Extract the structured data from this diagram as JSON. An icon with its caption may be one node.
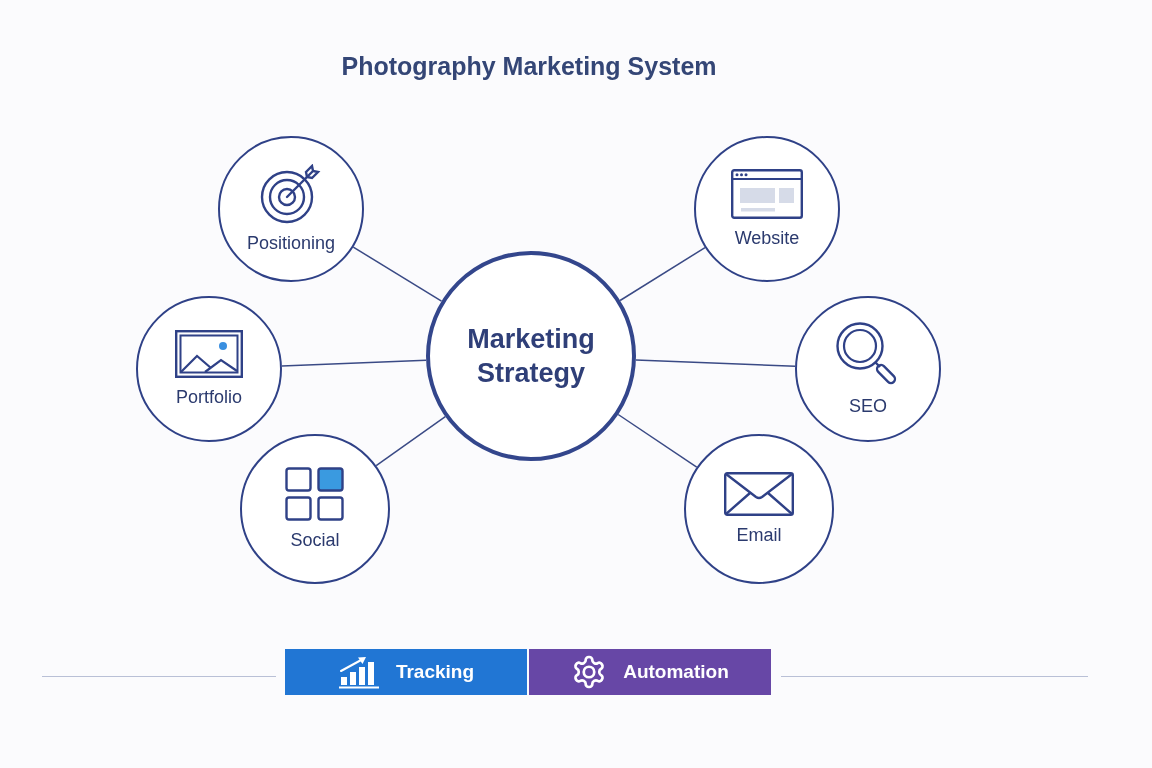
{
  "diagram": {
    "title": "Photography Marketing System",
    "nodes": [
      {
        "text": [
          "Positioning"
        ]
      },
      {
        "text": [
          "Website"
        ]
      },
      {
        "text": [
          "Portfolio"
        ]
      },
      {
        "text": [
          "Marketing Strategy"
        ]
      },
      {
        "text": [
          "SEO"
        ]
      },
      {
        "text": [
          "Social"
        ]
      },
      {
        "text": [
          "Email"
        ]
      },
      {
        "text": [
          "Tracking"
        ]
      },
      {
        "text": [
          "Automation"
        ]
      }
    ],
    "edges": [
      {
        "from": 3,
        "to": 0,
        "arrow": "none"
      },
      {
        "from": 3,
        "to": 1,
        "arrow": "none"
      },
      {
        "from": 3,
        "to": 2,
        "arrow": "none"
      },
      {
        "from": 3,
        "to": 4,
        "arrow": "none"
      },
      {
        "from": 3,
        "to": 5,
        "arrow": "none"
      },
      {
        "from": 3,
        "to": 6,
        "arrow": "none"
      }
    ]
  }
}
